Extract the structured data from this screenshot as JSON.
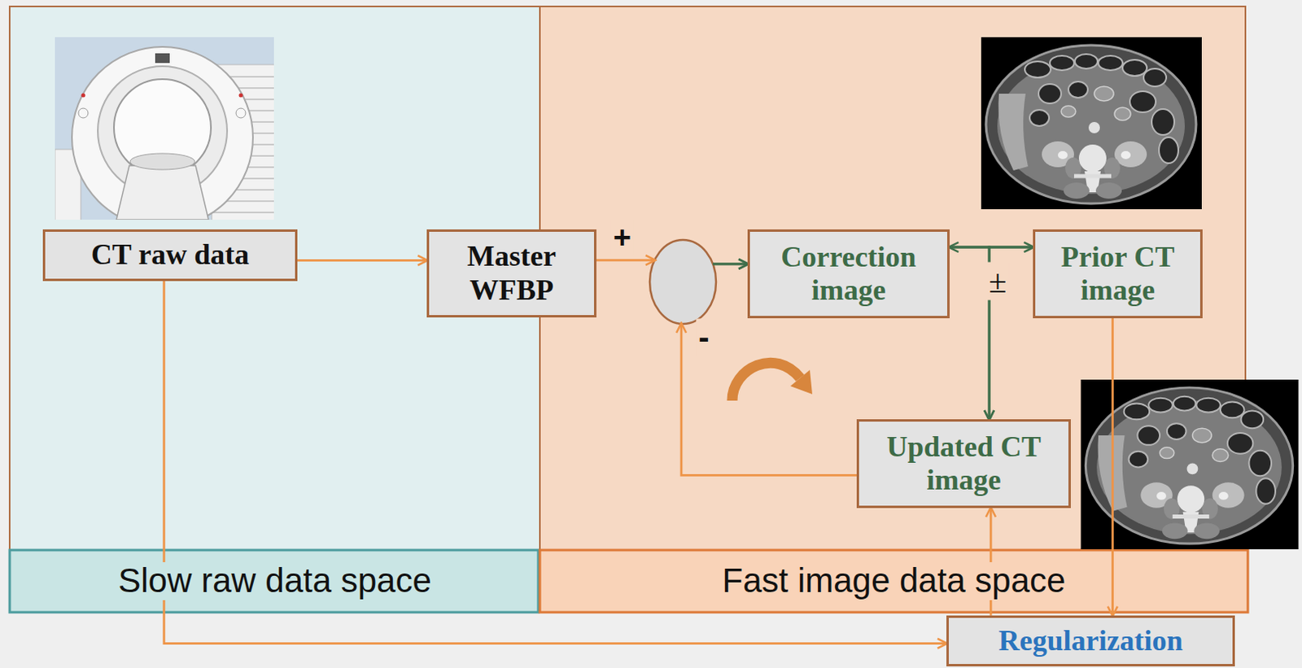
{
  "diagram": {
    "nodes": [
      {
        "text": [
          "Slow raw data space"
        ]
      },
      {
        "text": [
          "CT raw data"
        ],
        "in": 0
      },
      {
        "text": [
          "Master WFBP"
        ]
      },
      {
        "text": [
          "Fast image data space"
        ]
      },
      {
        "text": [
          "Correction image"
        ],
        "in": 3
      },
      {
        "text": [
          "Prior CT image"
        ],
        "in": 3
      },
      {
        "text": [
          "Updated CT image"
        ],
        "in": 3
      },
      {
        "text": [
          "Regularization"
        ]
      }
    ],
    "edges": [
      {
        "from": 1,
        "to": 2,
        "arrow": "to"
      },
      {
        "from": 2,
        "to": 4,
        "arrow": "to",
        "label": "+"
      },
      {
        "from": 6,
        "to": 4,
        "arrow": "to",
        "label": "-"
      },
      {
        "from": 4,
        "to": 5,
        "arrow": "both",
        "label": "±"
      },
      {
        "from": 4,
        "to": 6,
        "arrow": "to"
      },
      {
        "from": 5,
        "to": 6,
        "arrow": "to"
      },
      {
        "from": 1,
        "to": 7,
        "arrow": "to"
      },
      {
        "from": 5,
        "to": 7,
        "arrow": "to"
      },
      {
        "from": 7,
        "to": 6,
        "arrow": "to"
      }
    ]
  }
}
